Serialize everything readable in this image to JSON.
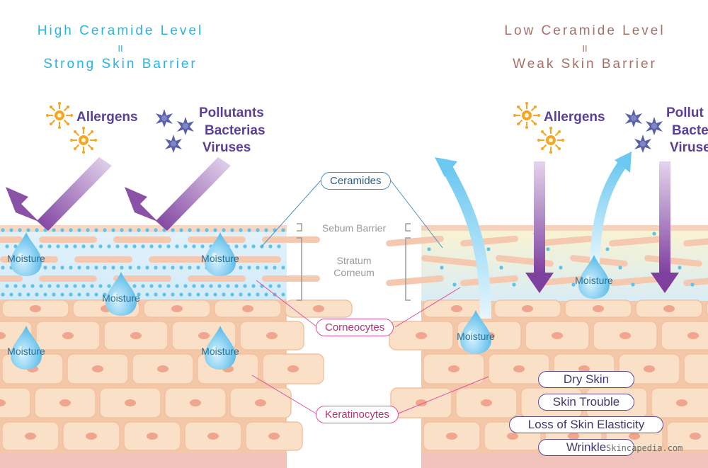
{
  "left_panel": {
    "title_line1": "High Ceramide Level",
    "equals": "II",
    "title_line2": "Strong Skin Barrier",
    "threat_allergens": "Allergens",
    "threat_pollutants": "Pollutants",
    "threat_bacterias": "Bacterias",
    "threat_viruses": "Viruses",
    "moisture_label": "Moisture"
  },
  "right_panel": {
    "title_line1": "Low Ceramide Level",
    "equals": "II",
    "title_line2": "Weak Skin Barrier",
    "threat_allergens": "Allergens",
    "threat_pollutants": "Pollut",
    "threat_bacterias": "Bacte",
    "threat_viruses": "Viruse",
    "moisture_label": "Moisture"
  },
  "center_labels": {
    "ceramides": "Ceramides",
    "sebum_barrier": "Sebum Barrier",
    "stratum_line1": "Stratum",
    "stratum_line2": "Corneum",
    "corneocytes": "Corneocytes",
    "keratinocytes": "Keratinocytes"
  },
  "effects": [
    "Dry Skin",
    "Skin Trouble",
    "Loss of Skin Elasticity",
    "Wrinkle"
  ],
  "watermark": "Skincapedia.com",
  "colors": {
    "ceramide_dot": "#5ec2ea",
    "skin_cell": "#fbe0c8",
    "cell_border": "#f1c2a0",
    "nucleus": "#f0a58f",
    "arrow_purple": "#8a52a6",
    "arrow_blue": "#7fd0f2",
    "blue_label": "#4a90c8",
    "pink_label": "#e0509b"
  }
}
